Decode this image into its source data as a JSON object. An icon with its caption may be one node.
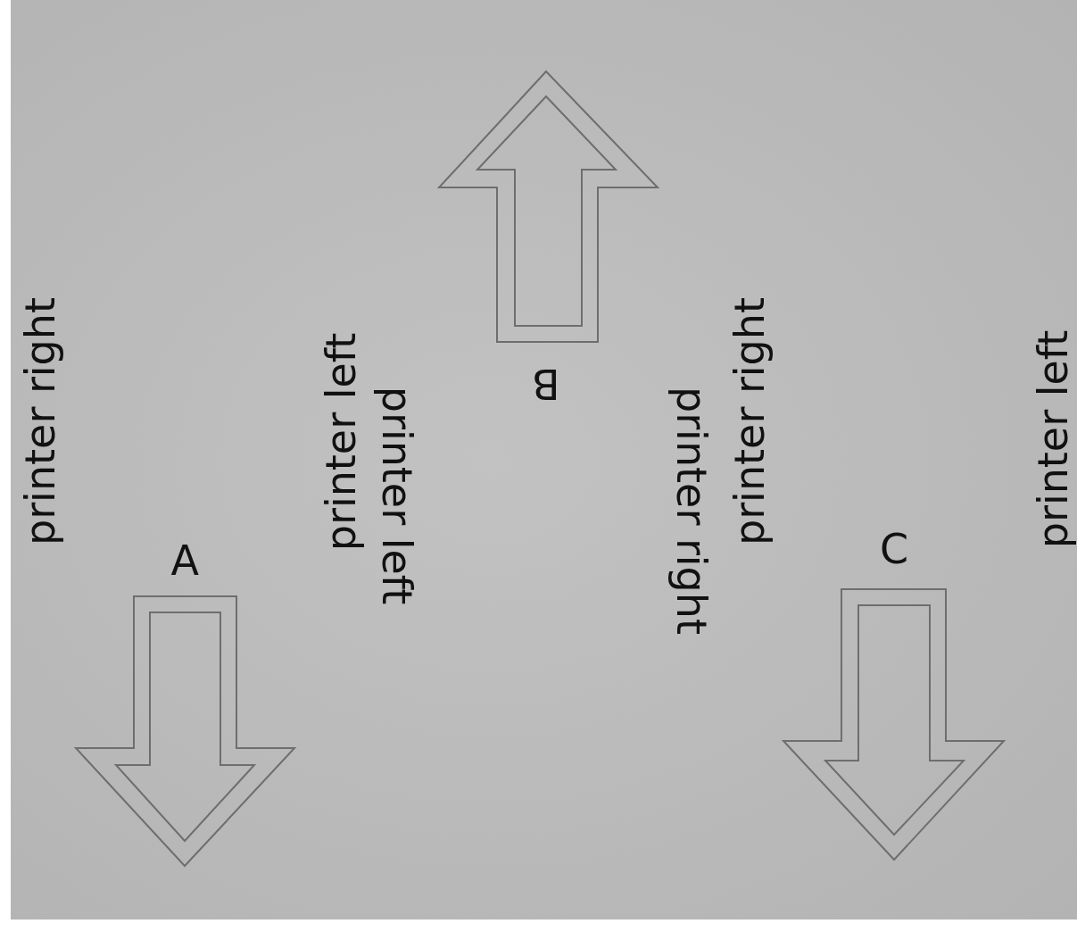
{
  "diagram": {
    "labels": [
      "printer right",
      "A",
      "printer left",
      "printer left",
      "B",
      "printer right",
      "printer right",
      "C",
      "printer left"
    ]
  }
}
